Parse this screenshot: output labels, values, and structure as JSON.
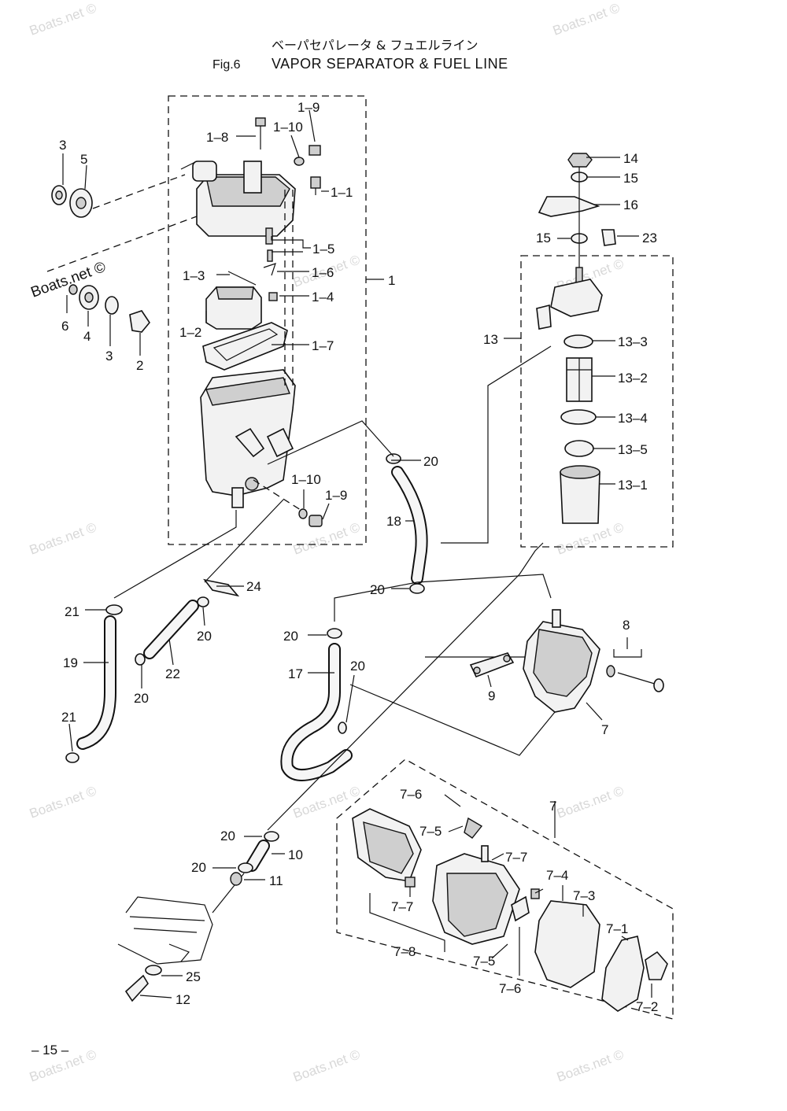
{
  "title": {
    "japanese": "ベーパセパレータ & フュエルライン",
    "figure_number": "Fig.6",
    "english": "VAPOR SEPARATOR & FUEL LINE"
  },
  "page_number": "– 15 –",
  "watermark": "Boats.net ©",
  "callouts": {
    "c1_9a": "1–9",
    "c1_8": "1–8",
    "c1_10a": "1–10",
    "c1_1": "1–1",
    "c1_5": "1–5",
    "c1_3": "1–3",
    "c1_6": "1–6",
    "c1_4": "1–4",
    "c1_2": "1–2",
    "c1_7": "1–7",
    "c1": "1",
    "c1_10b": "1–10",
    "c1_9b": "1–9",
    "c3a": "3",
    "c5": "5",
    "c6": "6",
    "c4": "4",
    "c3b": "3",
    "c2": "2",
    "c14": "14",
    "c15a": "15",
    "c16": "16",
    "c15b": "15",
    "c23": "23",
    "c13": "13",
    "c13_3": "13–3",
    "c13_2": "13–2",
    "c13_4": "13–4",
    "c13_5": "13–5",
    "c13_1": "13–1",
    "c20a": "20",
    "c18": "18",
    "c20b": "20",
    "c24": "24",
    "c21a": "21",
    "c19": "19",
    "c20c": "20",
    "c22": "22",
    "c20d": "20",
    "c21b": "21",
    "c20e": "20",
    "c17": "17",
    "c20f": "20",
    "c8": "8",
    "c9": "9",
    "c7a": "7",
    "c20g": "20",
    "c10": "10",
    "c20h": "20",
    "c11": "11",
    "c25": "25",
    "c12": "12",
    "c7_6a": "7–6",
    "c7b": "7",
    "c7_5a": "7–5",
    "c7_7a": "7–7",
    "c7_4": "7–4",
    "c7_3": "7–3",
    "c7_7b": "7–7",
    "c7_1": "7–1",
    "c7_8": "7–8",
    "c7_5b": "7–5",
    "c7_6b": "7–6",
    "c7_2": "7–2"
  }
}
